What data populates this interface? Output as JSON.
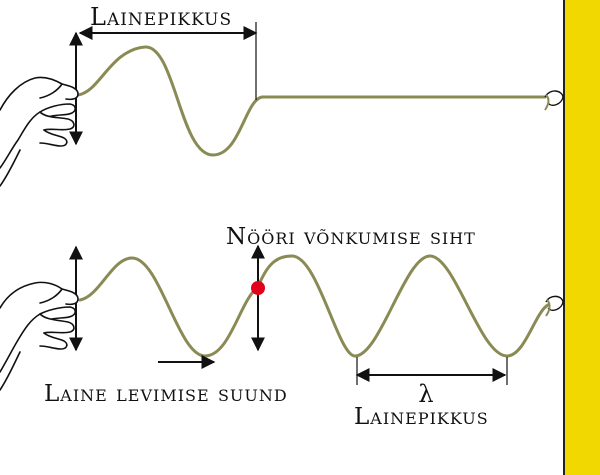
{
  "labels": {
    "wavelength_top": "Lainepikkus",
    "string_oscillation_direction": "Nööri võnkumise siht",
    "wave_propagation_direction": "Laine levimise suund",
    "wavelength_symbol": "λ",
    "wavelength_bottom": "Lainepikkus"
  },
  "colors": {
    "string": "#8a8a55",
    "wall": "#f0d800",
    "wall_edge": "#222222",
    "marker_dot": "#e3001b",
    "arrows": "#111111",
    "hand_outline": "#111111"
  },
  "icons": {
    "hand_top": "hand-icon",
    "hand_bottom": "hand-icon",
    "marker": "red-dot-icon",
    "wall": "wall-icon"
  }
}
